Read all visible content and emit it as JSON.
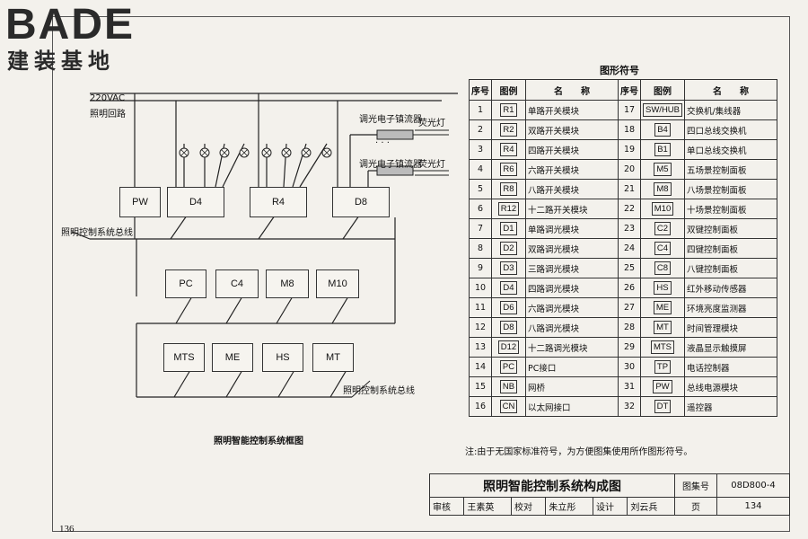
{
  "logo": {
    "brand": "BADE",
    "subtitle": "建装基地"
  },
  "diagram": {
    "title": "照明智能控制系统框图",
    "circuit_label_1": "220VAC",
    "circuit_label_2": "照明回路",
    "ballast_label": "调光电子镇流器",
    "lamp_label": "荧光灯",
    "dots": "· · ·",
    "bus_label": "照明控制系统总线",
    "row1": [
      "PW",
      "D4",
      "R4",
      "D8"
    ],
    "row2": [
      "PC",
      "C4",
      "M8",
      "M10"
    ],
    "row3": [
      "MTS",
      "ME",
      "HS",
      "MT"
    ]
  },
  "symbols": {
    "title": "图形符号",
    "headers": [
      "序号",
      "图例",
      "名　　称",
      "序号",
      "图例",
      "名　　称"
    ],
    "left": [
      {
        "n": "1",
        "code": "R1",
        "name": "单路开关模块"
      },
      {
        "n": "2",
        "code": "R2",
        "name": "双路开关模块"
      },
      {
        "n": "3",
        "code": "R4",
        "name": "四路开关模块"
      },
      {
        "n": "4",
        "code": "R6",
        "name": "六路开关模块"
      },
      {
        "n": "5",
        "code": "R8",
        "name": "八路开关模块"
      },
      {
        "n": "6",
        "code": "R12",
        "name": "十二路开关模块"
      },
      {
        "n": "7",
        "code": "D1",
        "name": "单路调光模块"
      },
      {
        "n": "8",
        "code": "D2",
        "name": "双路调光模块"
      },
      {
        "n": "9",
        "code": "D3",
        "name": "三路调光模块"
      },
      {
        "n": "10",
        "code": "D4",
        "name": "四路调光模块"
      },
      {
        "n": "11",
        "code": "D6",
        "name": "六路调光模块"
      },
      {
        "n": "12",
        "code": "D8",
        "name": "八路调光模块"
      },
      {
        "n": "13",
        "code": "D12",
        "name": "十二路调光模块"
      },
      {
        "n": "14",
        "code": "PC",
        "name": "PC接口"
      },
      {
        "n": "15",
        "code": "NB",
        "name": "网桥"
      },
      {
        "n": "16",
        "code": "CN",
        "name": "以太网接口"
      }
    ],
    "right": [
      {
        "n": "17",
        "code": "SW/HUB",
        "name": "交换机/集线器"
      },
      {
        "n": "18",
        "code": "B4",
        "name": "四口总线交换机"
      },
      {
        "n": "19",
        "code": "B1",
        "name": "单口总线交换机"
      },
      {
        "n": "20",
        "code": "M5",
        "name": "五场景控制面板"
      },
      {
        "n": "21",
        "code": "M8",
        "name": "八场景控制面板"
      },
      {
        "n": "22",
        "code": "M10",
        "name": "十场景控制面板"
      },
      {
        "n": "23",
        "code": "C2",
        "name": "双键控制面板"
      },
      {
        "n": "24",
        "code": "C4",
        "name": "四键控制面板"
      },
      {
        "n": "25",
        "code": "C8",
        "name": "八键控制面板"
      },
      {
        "n": "26",
        "code": "HS",
        "name": "红外移动传感器"
      },
      {
        "n": "27",
        "code": "ME",
        "name": "环境亮度监测器"
      },
      {
        "n": "28",
        "code": "MT",
        "name": "时间管理模块"
      },
      {
        "n": "29",
        "code": "MTS",
        "name": "液晶显示触摸屏"
      },
      {
        "n": "30",
        "code": "TP",
        "name": "电话控制器"
      },
      {
        "n": "31",
        "code": "PW",
        "name": "总线电源模块"
      },
      {
        "n": "32",
        "code": "DT",
        "name": "遥控器"
      }
    ],
    "note": "注:由于无国家标准符号，为方便图集使用所作图形符号。"
  },
  "title_block": {
    "drawing_title": "照明智能控制系统构成图",
    "set_label": "图集号",
    "set_no": "08D800-4",
    "review_label": "审核",
    "reviewer": "王素英",
    "check_label": "校对",
    "checker": "朱立彤",
    "design_label": "设计",
    "designer": "刘云兵",
    "page_label": "页",
    "page_no": "134"
  },
  "page_number": "136"
}
